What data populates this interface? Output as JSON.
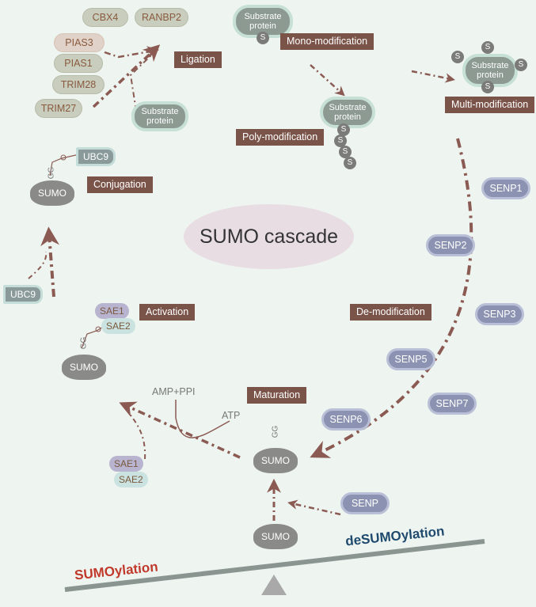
{
  "title": "SUMO cascade",
  "steps": {
    "ligation": "Ligation",
    "mono": "Mono-modification",
    "multi": "Multi-modification",
    "poly": "Poly-modification",
    "conjugation": "Conjugation",
    "activation": "Activation",
    "maturation": "Maturation",
    "demod": "De-modification"
  },
  "ligases": [
    "CBX4",
    "RANBP2",
    "PIAS3",
    "PIAS1",
    "TRIM28",
    "TRIM27"
  ],
  "substrate": "Substrate protein",
  "s": "S",
  "sumo": "SUMO",
  "gg": "GG",
  "ubc9": "UBC9",
  "sae1": "SAE1",
  "sae2": "SAE2",
  "amp": "AMP+PPI",
  "atp": "ATP",
  "senps": [
    "SENP1",
    "SENP2",
    "SENP3",
    "SENP5",
    "SENP7",
    "SENP6",
    "SENP"
  ],
  "balance": {
    "left": "SUMOylation",
    "right": "deSUMOylation",
    "left_color": "#c0392b",
    "right_color": "#1f4a6e",
    "arrow_color": "#8b5a52"
  }
}
